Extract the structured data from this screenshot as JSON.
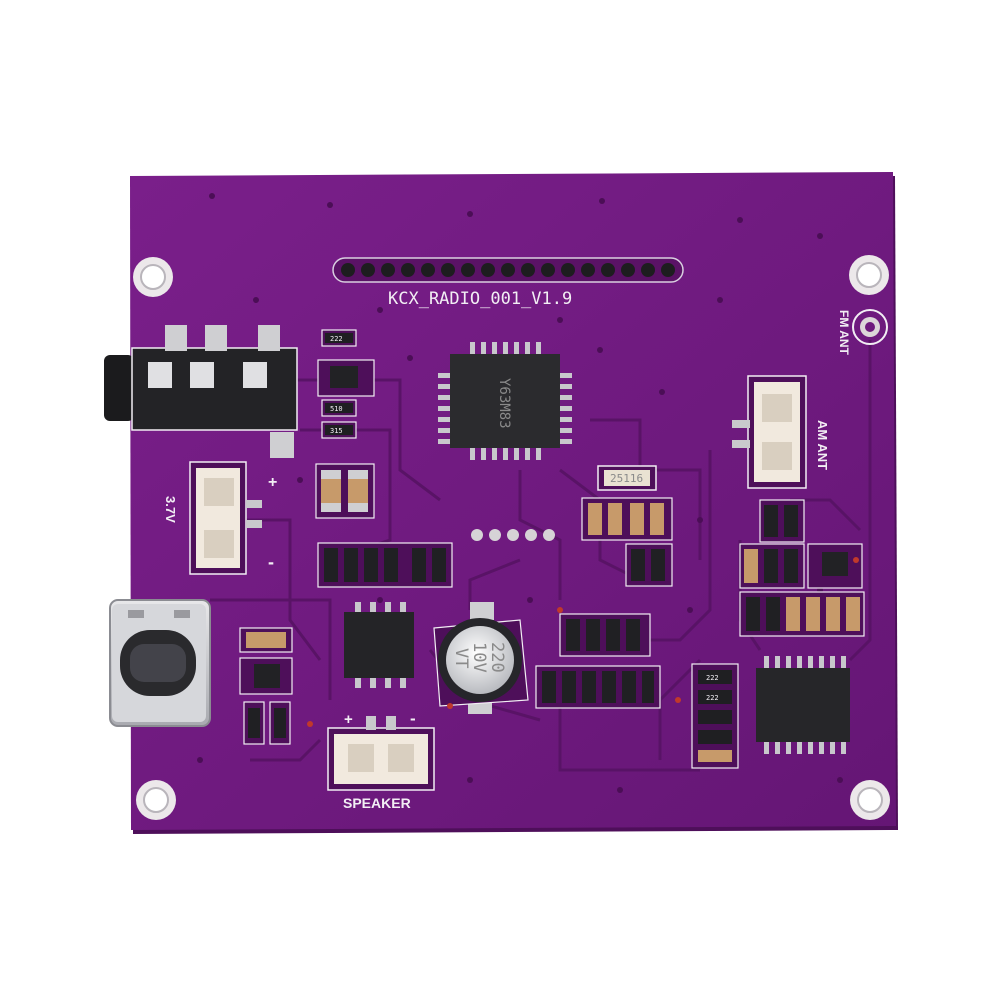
{
  "photo": {
    "subject": "purple radio PCB module",
    "board_color": "#6e1a7d",
    "silkscreen_color": "#f2eef4"
  },
  "board": {
    "title": "KCX_RADIO_001_V1.9",
    "labels": {
      "fm_ant": "FM ANT",
      "am_ant": "AM ANT",
      "battery": "3.7V",
      "plus": "+",
      "minus": "-",
      "speaker": "SPEAKER",
      "speaker_plus": "+",
      "speaker_minus": "-"
    },
    "components": {
      "crystal": "25116",
      "capacitor_value": "220",
      "capacitor_voltage": "10V",
      "capacitor_series": "VT",
      "mcu_marking": "Y63M83",
      "resistor_1": "222",
      "resistor_2": "510",
      "resistor_3": "315",
      "resistor_4": "222",
      "resistor_5": "222"
    }
  }
}
